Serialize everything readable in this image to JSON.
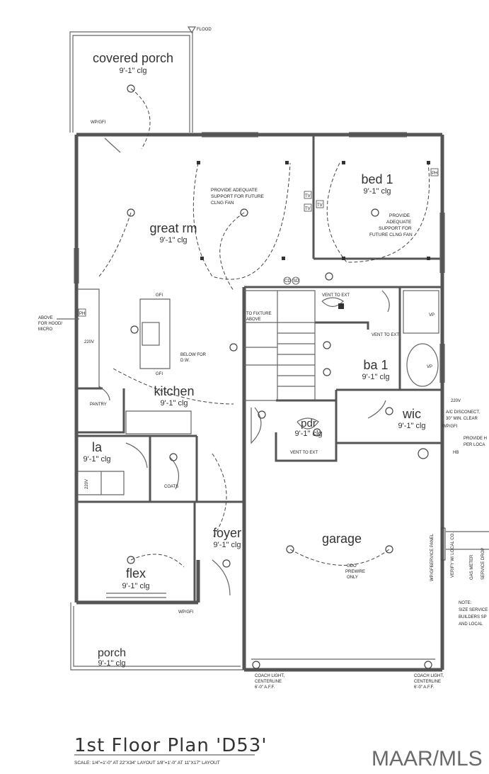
{
  "rooms": {
    "covered_porch": {
      "name": "covered porch",
      "ceiling": "9'-1\" clg"
    },
    "great_rm": {
      "name": "great rm",
      "ceiling": "9'-1\" clg"
    },
    "bed1": {
      "name": "bed 1",
      "ceiling": "9'-1\" clg"
    },
    "kitchen": {
      "name": "kitchen",
      "ceiling": "9'-1\" clg"
    },
    "ba1": {
      "name": "ba 1",
      "ceiling": "9'-1\" clg"
    },
    "wic": {
      "name": "wic",
      "ceiling": "9'-1\" clg"
    },
    "pdr": {
      "name": "pdr",
      "ceiling": "9'-1\" clg"
    },
    "la": {
      "name": "la",
      "ceiling": "9'-1\" clg"
    },
    "foyer": {
      "name": "foyer",
      "ceiling": "9'-1\" clg"
    },
    "garage": {
      "name": "garage"
    },
    "flex": {
      "name": "flex",
      "ceiling": "9'-1\" clg"
    },
    "porch": {
      "name": "porch",
      "ceiling": "9'-1\" clg"
    }
  },
  "notes": {
    "flood": "FLOOD",
    "wp_gfi_top": "WP/GFI",
    "fan_support_great": [
      "PROVIDE ADEQUATE",
      "SUPPORT FOR FUTURE",
      "CLNG FAN"
    ],
    "fan_support_bed": [
      "PROVIDE",
      "ADEQUATE",
      "SUPPORT FOR",
      "FUTURE CLNG FAN"
    ],
    "above_hood": [
      "ABOVE",
      "FOR HOOD/",
      "MICRO"
    ],
    "fixture_above": [
      "TO FIXTURE",
      "ABOVE"
    ],
    "vent_ext_1": "VENT TO EXT",
    "vent_ext_2": "VENT TO EXT",
    "vent_ext_3": "VENT TO EXT",
    "gfi_1": "GFI",
    "gfi_2": "GFI",
    "below_for_dw": [
      "BELOW FOR",
      "D.W."
    ],
    "pantry": "PANTRY",
    "coats": "COATS",
    "v220_kitchen": "220V",
    "v220_la": "220V",
    "v220_ac": "220V",
    "ac_disconnect": [
      "A/C DISCONECT,",
      "30\" MIN. CLEAR"
    ],
    "provide_local": [
      "PROVIDE H",
      "PER LOCA"
    ],
    "wp_gfi_ac": "WP/GFI",
    "hb": "HB",
    "gdo": [
      "GDO",
      "PREWIRE",
      "ONLY"
    ],
    "service_panel": "SERVICE PANEL",
    "gas_meter": "GAS METER",
    "service_drop": "SERVICE DROP",
    "verify_local": "VERIFY W/ LOCAL CO.",
    "wp_gfi_garage": "WP/GFI",
    "wp_gfi_porch": "WP/GFI",
    "size_note": [
      "NOTE:",
      "SIZE SERVICE",
      "BUILDERS SP",
      "AND LOCAL"
    ],
    "coach_light_1": [
      "COACH LIGHT,",
      "CENTERLINE",
      "6'-0\" A.F.F."
    ],
    "coach_light_2": [
      "COACH LIGHT,",
      "CENTERLINE",
      "6'-0\" A.F.F."
    ],
    "tv1": "TV",
    "tv2": "TV",
    "tv3": "TV",
    "ph1": "PH",
    "ph2": "PH",
    "vp1": "VP",
    "vp2": "VP",
    "cd": "CD",
    "sd": "SD"
  },
  "title": "1st Floor Plan 'D53'",
  "scale": "SCALE: 1/4\"=1'-0\" AT 22\"X34\" LAYOUT    1/8\"=1'-0\" AT 11\"X17\" LAYOUT",
  "watermark": "MAAR/MLS"
}
